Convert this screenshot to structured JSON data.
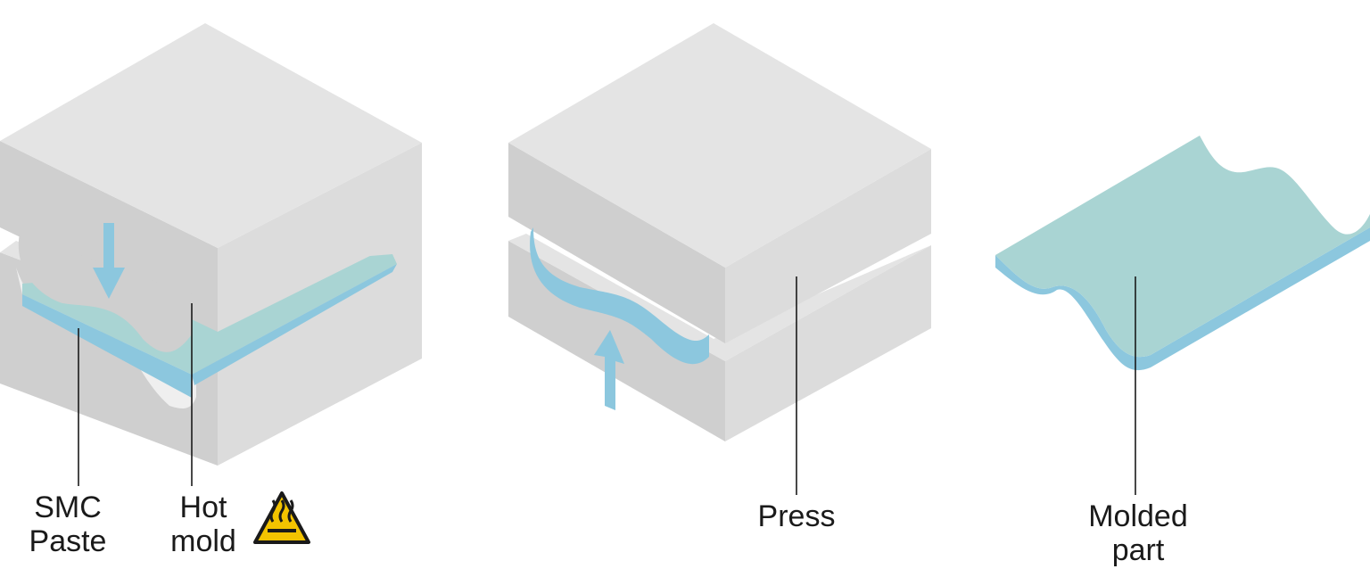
{
  "labels": {
    "smc_line1": "SMC",
    "smc_line2": "Paste",
    "hot_line1": "Hot",
    "hot_line2": "mold",
    "press": "Press",
    "molded_line1": "Molded",
    "molded_line2": "part"
  },
  "icons": {
    "hot_surface_warning": "hot-surface-warning-icon",
    "press_down_arrow": "arrow-down-icon",
    "press_up_arrow": "arrow-up-icon"
  },
  "colors": {
    "mold_top": "#e4e4e4",
    "mold_left": "#cfcfcf",
    "mold_right": "#dcdcdc",
    "material_top": "#a9d4d3",
    "material_edge": "#8cc7de",
    "arrow": "#8cc7de",
    "warning": "#f3c300",
    "line": "#1a1a1a"
  }
}
